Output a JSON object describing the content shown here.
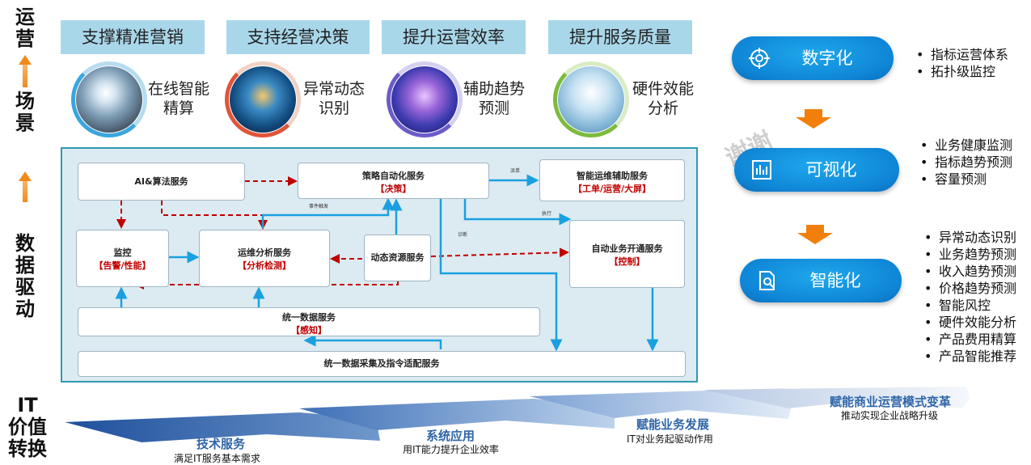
{
  "left_labels": {
    "top": [
      "运",
      "营",
      "场",
      "景"
    ],
    "middle": [
      "数",
      "据",
      "驱",
      "动"
    ],
    "bottom": [
      "IT",
      "价值",
      "转换"
    ]
  },
  "scenarios": [
    {
      "title": "支撑精准营销",
      "caption_1": "在线智能",
      "caption_2": "精算"
    },
    {
      "title": "支持经营决策",
      "caption_1": "异常动态",
      "caption_2": "识别"
    },
    {
      "title": "提升运营效率",
      "caption_1": "辅助趋势",
      "caption_2": "预测"
    },
    {
      "title": "提升服务质量",
      "caption_1": "硬件效能",
      "caption_2": "分析"
    }
  ],
  "diagram": {
    "ai_service": "AI&算法服务",
    "strategy": {
      "title": "策略自动化服务",
      "tag": "【决策】"
    },
    "ops_assist": {
      "title": "智能运维辅助服务",
      "tag": "【工单/运营/大屏】"
    },
    "monitor": {
      "title": "监控",
      "tag": "【告警/性能】"
    },
    "ops_analysis": {
      "title": "运维分析服务",
      "tag": "【分析检测】"
    },
    "dynamic_resource": "动态资源服务",
    "auto_business": {
      "title": "自动业务开通服务",
      "tag": "【控制】"
    },
    "unified_data": {
      "title": "统一数据服务",
      "tag": "【感知】"
    },
    "collection": "统一数据采集及指令适配服务",
    "edge_labels": {
      "dispatch": "派单",
      "event_trigger": "事件触发",
      "execute": "执行",
      "diagnose": "诊断"
    }
  },
  "stages": [
    {
      "label": "数字化",
      "icon": "target-icon",
      "bullets": [
        "指标运营体系",
        "拓扑级监控"
      ]
    },
    {
      "label": "可视化",
      "icon": "chart-icon",
      "bullets": [
        "业务健康监测",
        "指标趋势预测",
        "容量预测"
      ]
    },
    {
      "label": "智能化",
      "icon": "search-doc-icon",
      "bullets": [
        "异常动态识别",
        "业务趋势预测",
        "收入趋势预测",
        "价格趋势预测",
        "智能风控",
        "硬件效能分析",
        "产品费用精算",
        "产品智能推荐"
      ]
    }
  ],
  "value_bands": [
    {
      "title": "技术服务",
      "sub": "满足IT服务基本需求"
    },
    {
      "title": "系统应用",
      "sub": "用IT能力提升企业效率"
    },
    {
      "title": "赋能业务发展",
      "sub": "IT对业务起驱动作用"
    },
    {
      "title": "赋能商业运营模式变革",
      "sub": "推动实现企业战略升级"
    }
  ],
  "watermark": "谢谢",
  "colors": {
    "accent_blue": "#1fa8ec",
    "arrow_orange": "#f27f0c",
    "tag_red": "#c00000",
    "panel_border": "#2e9ab3"
  }
}
